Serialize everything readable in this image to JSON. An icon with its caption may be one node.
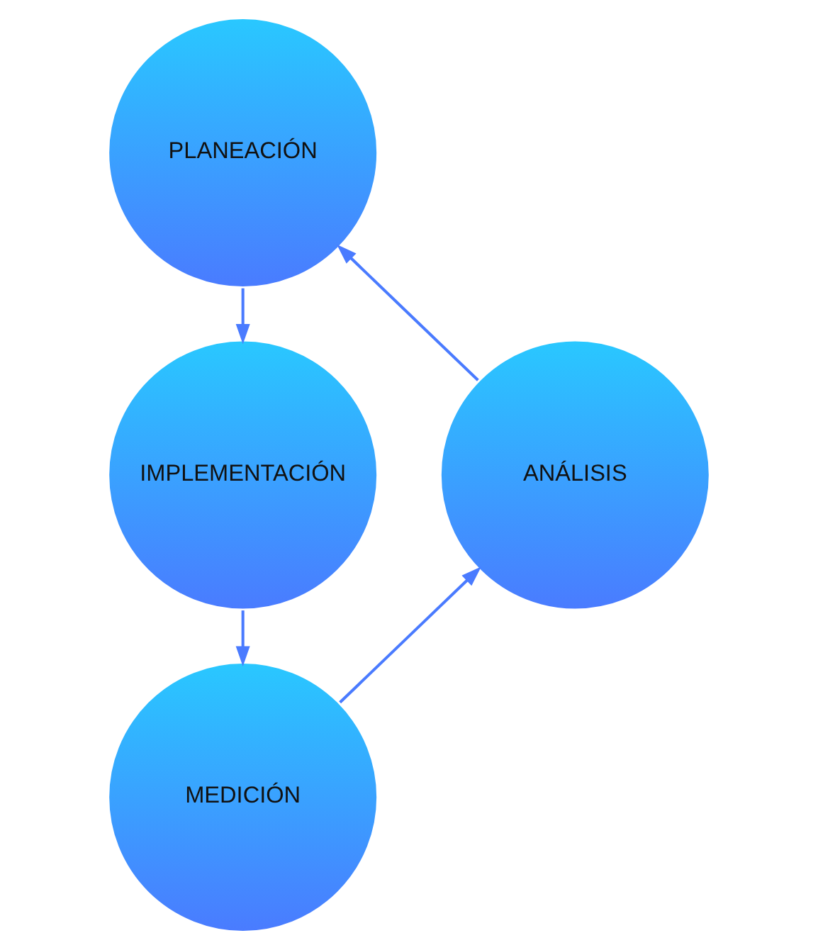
{
  "diagram": {
    "nodes": [
      {
        "text": [
          "PLANEACIÓN"
        ]
      },
      {
        "text": [
          "ANÁLISIS"
        ]
      },
      {
        "text": [
          "IMPLEMENTACIÓN"
        ]
      },
      {
        "text": [
          "MEDICIÓN"
        ]
      }
    ],
    "edges": [
      {
        "from": 0,
        "to": 2,
        "arrow": "to"
      },
      {
        "from": 2,
        "to": 3,
        "arrow": "to"
      },
      {
        "from": 3,
        "to": 1,
        "arrow": "to"
      },
      {
        "from": 1,
        "to": 0,
        "arrow": "to"
      }
    ]
  }
}
